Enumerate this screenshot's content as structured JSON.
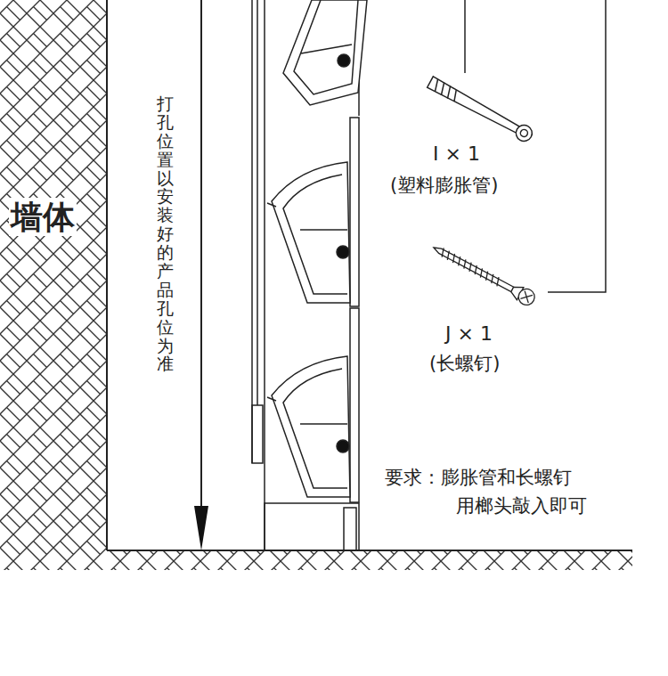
{
  "diagram": {
    "labels": [
      "墙体",
      "打孔位置以安装好的产品孔位为准",
      "I × 1",
      "(塑料膨胀管)",
      "J × 1",
      "(长螺钉)",
      "要求：膨胀管和长螺钉",
      "用榔头敲入即可"
    ]
  }
}
